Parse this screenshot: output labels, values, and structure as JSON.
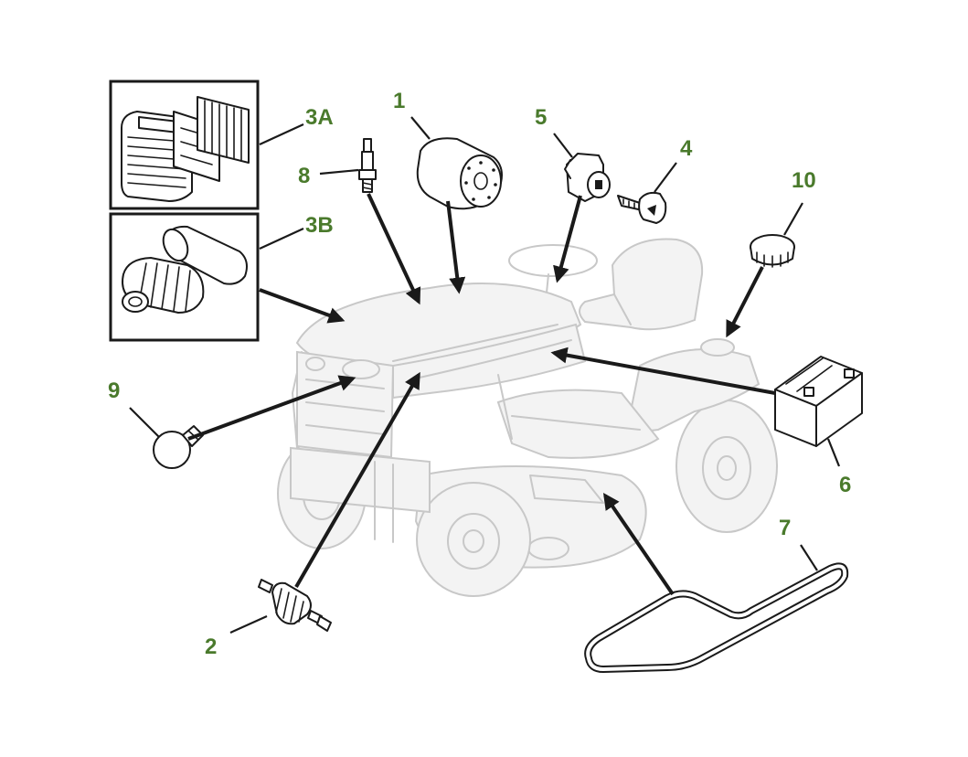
{
  "accent_color": "#4a7a2c",
  "callouts": {
    "air_filter_panel": "3A",
    "air_filter_oval": "3B",
    "oil_filter": "1",
    "spark_plug": "8",
    "ignition_switch": "5",
    "ignition_key": "4",
    "fuel_cap": "10",
    "headlight_bulb": "9",
    "battery": "6",
    "drive_belt": "7",
    "fuel_filter": "2"
  }
}
